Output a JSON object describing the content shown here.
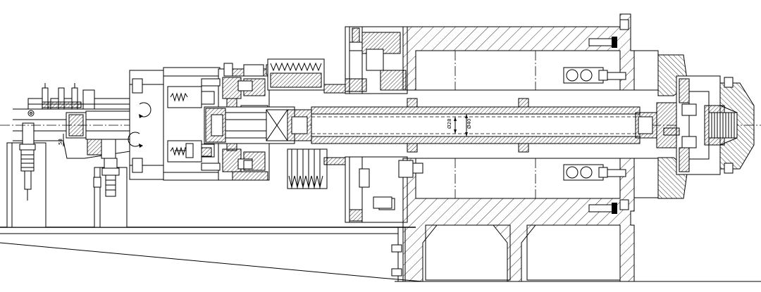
{
  "dimensions": {
    "inner_bore": "Ø28",
    "outer_bore": "Ø40",
    "bracket_height": "58"
  }
}
